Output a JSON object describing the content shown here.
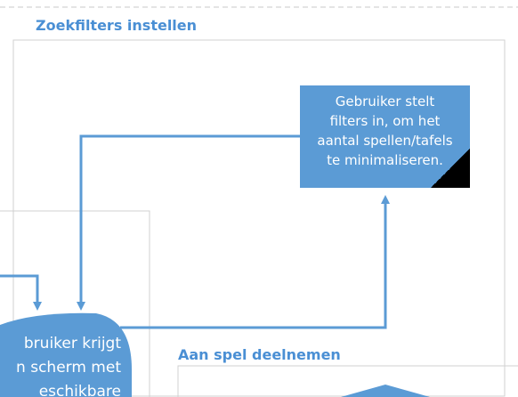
{
  "swimlanes": {
    "zoek_title": "Zoekfilters instellen",
    "aan_title": "Aan spel deelnemen"
  },
  "process": {
    "filters_text": "Gebruiker stelt\nfilters in, om het\naantal spellen/tafels\nte minimaliseren."
  },
  "start_shape": {
    "text": "bruiker krijgt\nn scherm met\neschikbare"
  },
  "colors": {
    "accent": "#5b9bd5",
    "title": "#4a8fd4",
    "border": "#c8c8c8"
  }
}
